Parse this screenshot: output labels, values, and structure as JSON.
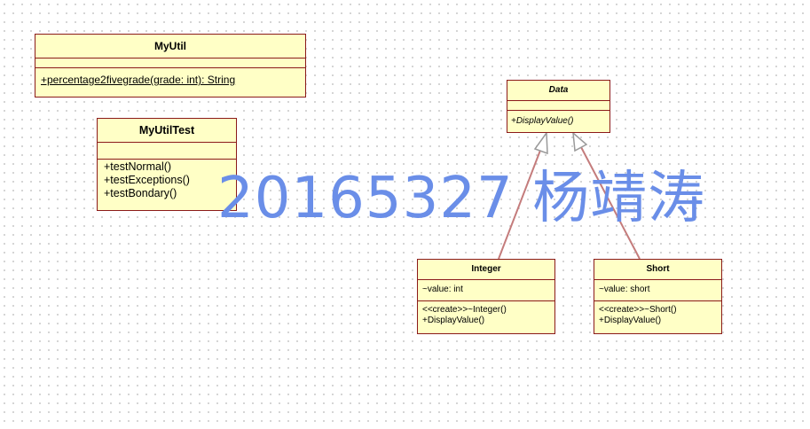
{
  "diagram": {
    "watermark": "20165327 杨靖涛",
    "classes": {
      "myutil": {
        "name": "MyUtil",
        "operations": [
          "+percentage2fivegrade(grade: int): String"
        ]
      },
      "myutiltest": {
        "name": "MyUtilTest",
        "operations": [
          "+testNormal()",
          "+testExceptions()",
          "+testBondary()"
        ]
      },
      "data": {
        "name": "Data",
        "operations": [
          "+DisplayValue()"
        ]
      },
      "integer": {
        "name": "Integer",
        "attributes": [
          "~value: int"
        ],
        "operations": [
          "<<create>>~Integer()",
          "+DisplayValue()"
        ]
      },
      "short": {
        "name": "Short",
        "attributes": [
          "~value: short"
        ],
        "operations": [
          "<<create>>~Short()",
          "+DisplayValue()"
        ]
      }
    },
    "relations": [
      {
        "type": "generalization",
        "from": "Integer",
        "to": "Data"
      },
      {
        "type": "generalization",
        "from": "Short",
        "to": "Data"
      }
    ],
    "colors": {
      "class_fill": "#ffffc6",
      "class_border": "#8b1a1a",
      "edge": "#c47c7c",
      "watermark": "#6a8ee8"
    }
  }
}
